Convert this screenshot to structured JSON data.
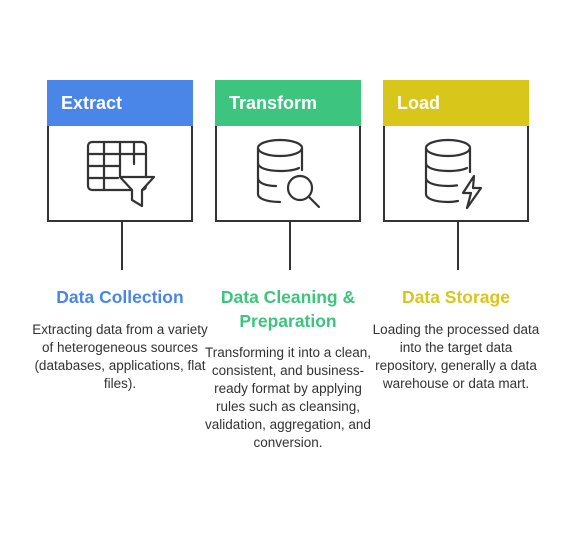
{
  "steps": [
    {
      "header": "Extract",
      "title": "Data Collection",
      "description": "Extracting data from a variety of heterogeneous sources (databases, applications, flat files).",
      "icon": "table-funnel-icon",
      "color": "#4A86E8"
    },
    {
      "header": "Transform",
      "title": "Data Cleaning & Preparation",
      "description": "Transforming it into a clean, consistent, and business-ready format by applying rules such as cleansing, validation, aggregation, and conversion.",
      "icon": "database-search-icon",
      "color": "#3DC47E"
    },
    {
      "header": "Load",
      "title": "Data Storage",
      "description": "Loading the processed data into the target data repository, generally a data warehouse or data mart.",
      "icon": "database-lightning-icon",
      "color": "#D9C61A"
    }
  ]
}
